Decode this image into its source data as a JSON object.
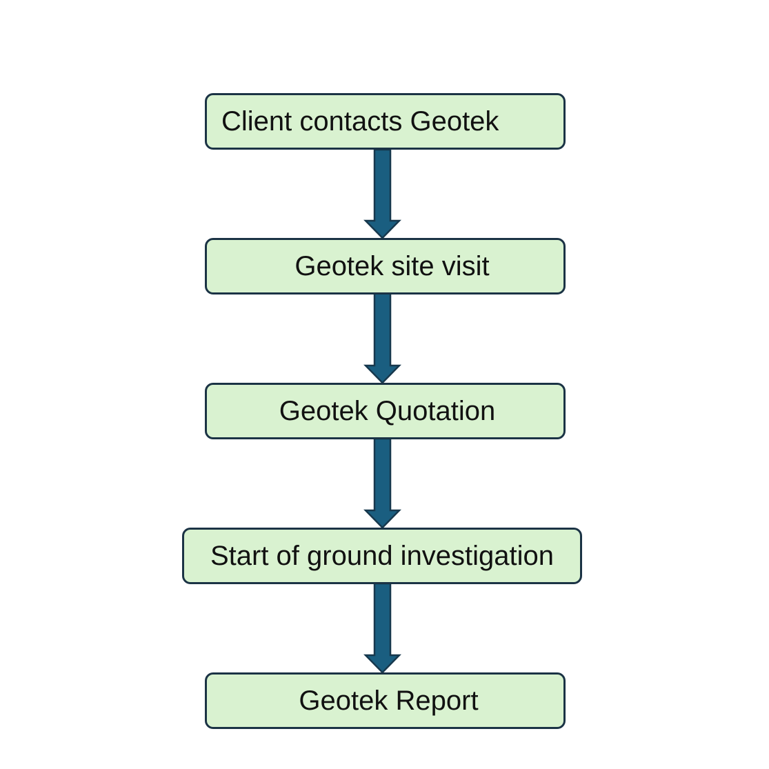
{
  "flowchart": {
    "steps": [
      {
        "label": "Client contacts Geotek"
      },
      {
        "label": "Geotek site visit"
      },
      {
        "label": "Geotek Quotation"
      },
      {
        "label": "Start of ground investigation"
      },
      {
        "label": "Geotek Report"
      }
    ],
    "connectors": [
      {
        "from": "Client contacts Geotek",
        "to": "Geotek site visit"
      },
      {
        "from": "Geotek site visit",
        "to": "Geotek Quotation"
      },
      {
        "from": "Geotek Quotation",
        "to": "Start of ground investigation"
      },
      {
        "from": "Start of ground investigation",
        "to": "Geotek Report"
      }
    ],
    "colors": {
      "box_fill": "#d9f2d0",
      "box_border": "#1b3345",
      "arrow_fill": "#1a5e80",
      "arrow_stroke": "#17384d"
    }
  }
}
